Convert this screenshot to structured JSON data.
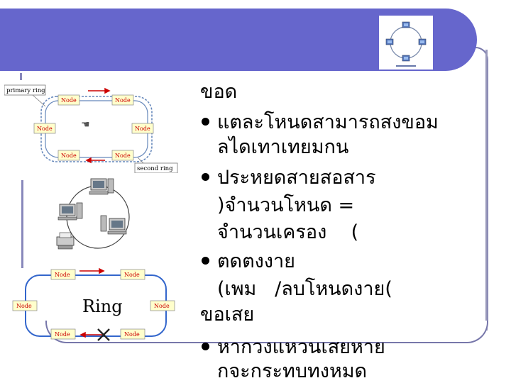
{
  "heading_advantages": "ขอด",
  "advantages": [
    {
      "lines": [
        "แตละโหนดสามารถสงขอม",
        "ลไดเทาเทยมกน"
      ]
    },
    {
      "lines": [
        "ประหยดสายสอสาร",
        ")จำนวนโหนด =",
        "จำนวนเครอง    ("
      ]
    },
    {
      "lines": [
        "ตดตงงาย",
        "(เพม   /ลบโหนดงาย("
      ]
    }
  ],
  "heading_disadvantages": "ขอเสย",
  "disadvantages": [
    {
      "lines": [
        "หากวงแหวนเสยหาย",
        "กจะกระทบทงหมด"
      ]
    }
  ],
  "diagram_dual_ring": {
    "primary_label": "primary ring",
    "secondary_label": "second ring",
    "node_label": "Node"
  },
  "diagram_ring": {
    "center_label": "Ring",
    "node_label": "Node"
  },
  "colors": {
    "title_band": "#6666cc",
    "node_box": "#ffffcc",
    "node_text": "#cc0000",
    "primary_arrow": "#cc0000",
    "secondary_arrow": "#cc0000",
    "ring_line": "#3366cc"
  }
}
